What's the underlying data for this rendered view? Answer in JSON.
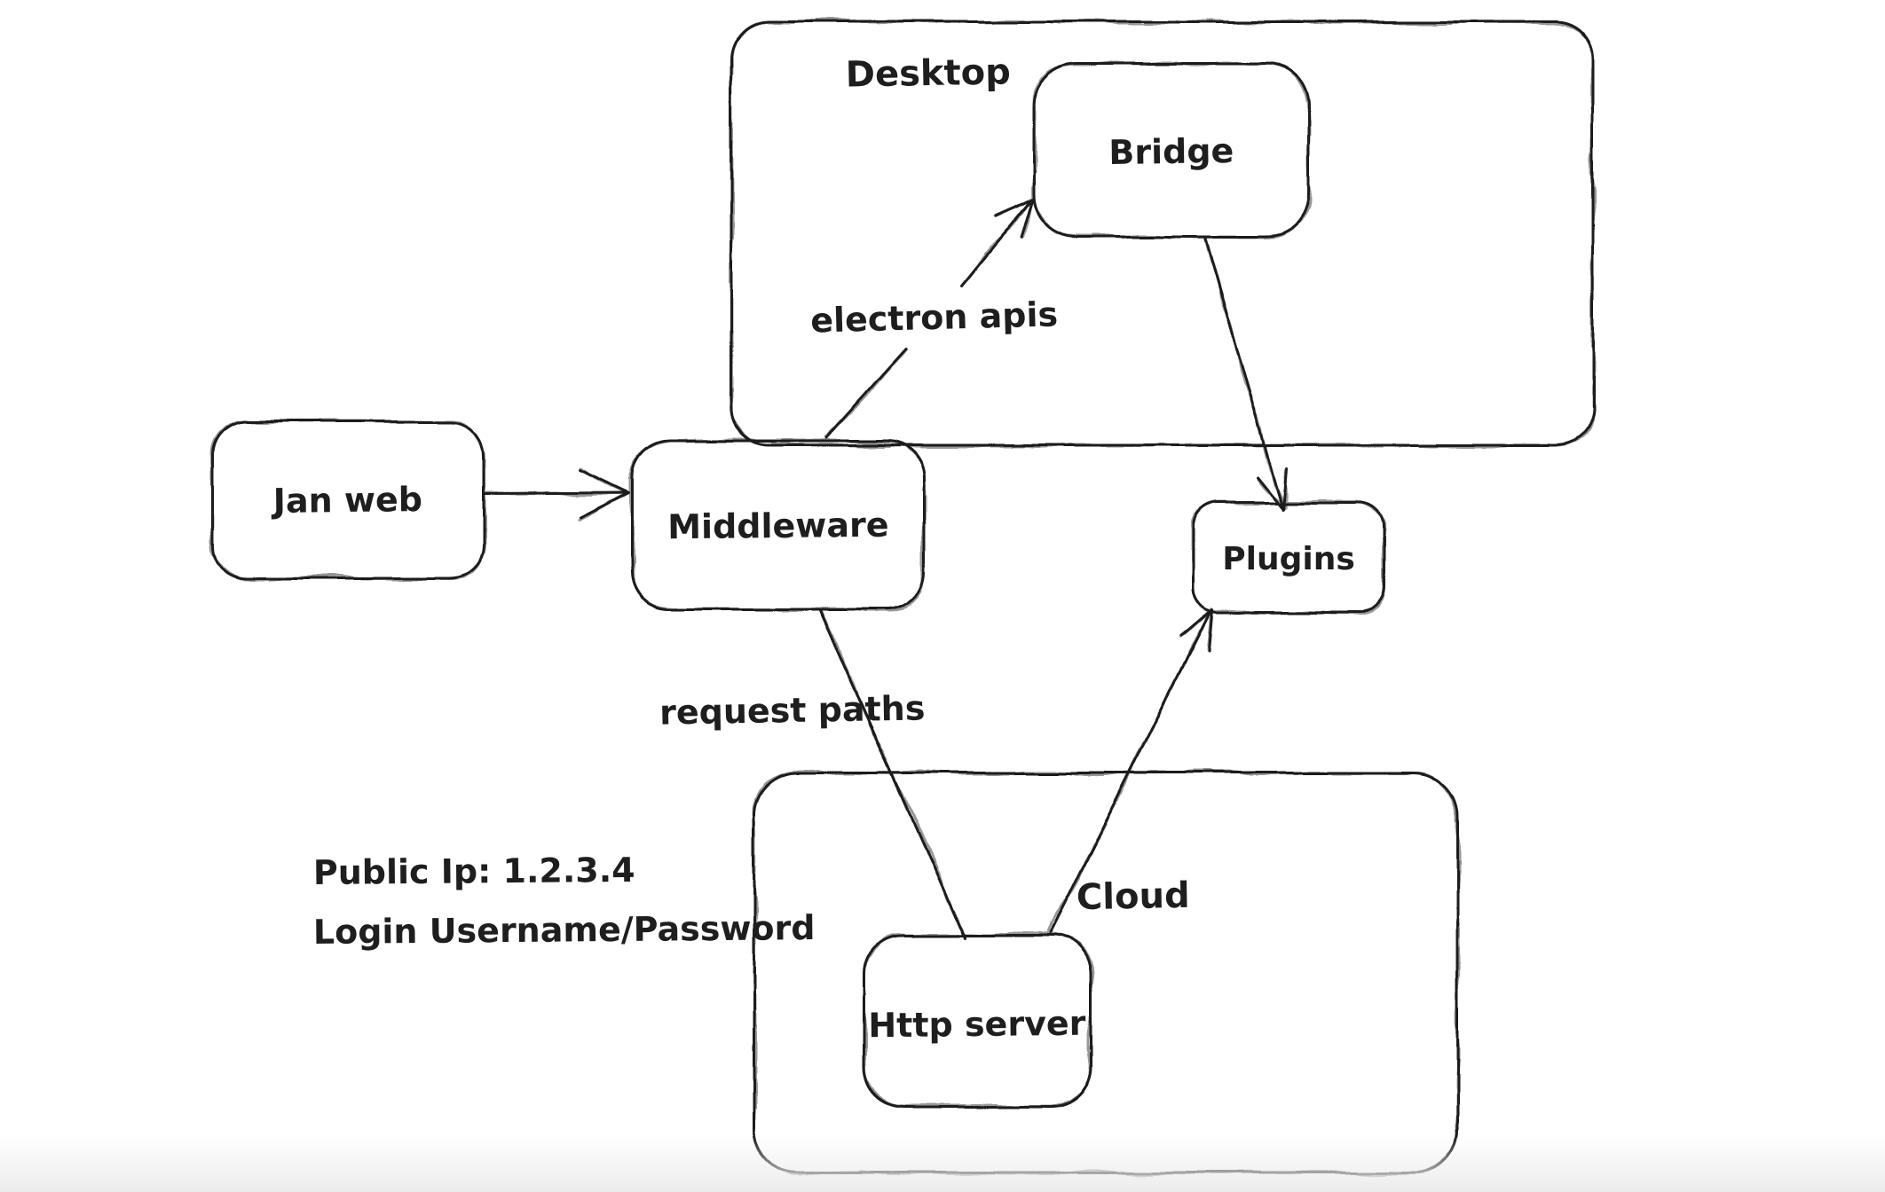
{
  "canvas": {
    "background_color": "#ffffff",
    "stroke_color": "#1e1e1e"
  },
  "containers": [
    {
      "id": "desktop",
      "label": "Desktop"
    },
    {
      "id": "cloud",
      "label": "Cloud"
    }
  ],
  "nodes": [
    {
      "id": "jan-web",
      "label": "Jan web"
    },
    {
      "id": "middleware",
      "label": "Middleware"
    },
    {
      "id": "bridge",
      "label": "Bridge"
    },
    {
      "id": "plugins",
      "label": "Plugins"
    },
    {
      "id": "http-server",
      "label": "Http server"
    }
  ],
  "edges": [
    {
      "id": "jan-web-to-middleware",
      "from": "jan-web",
      "to": "middleware",
      "label": ""
    },
    {
      "id": "middleware-to-bridge",
      "from": "middleware",
      "to": "bridge",
      "label": "electron apis"
    },
    {
      "id": "bridge-to-plugins",
      "from": "bridge",
      "to": "plugins",
      "label": ""
    },
    {
      "id": "middleware-to-http-server",
      "from": "middleware",
      "to": "http-server",
      "label": "request paths"
    },
    {
      "id": "http-server-to-plugins",
      "from": "http-server",
      "to": "plugins",
      "label": ""
    }
  ],
  "annotations": {
    "line1": "Public Ip: 1.2.3.4",
    "line2": "Login Username/Password"
  }
}
